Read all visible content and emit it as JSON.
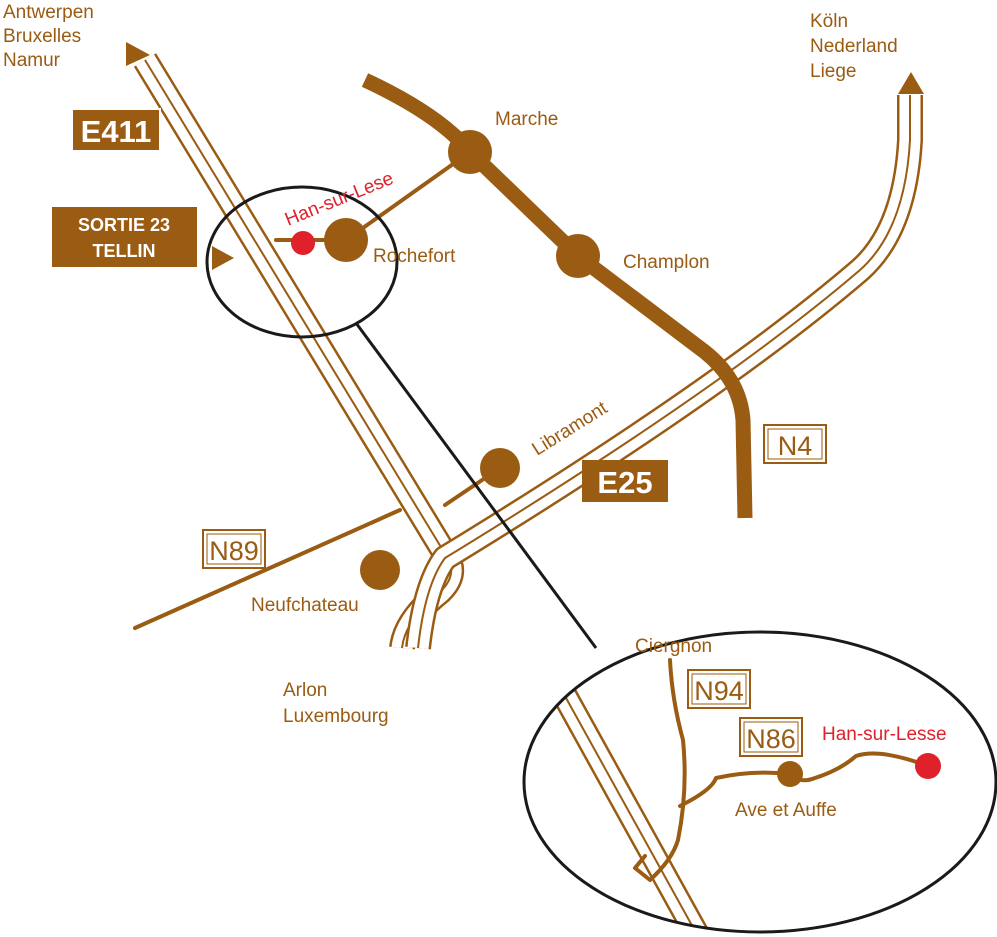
{
  "colors": {
    "road": "#9a5b12",
    "highlight": "#e0202a",
    "outline": "#1a1a1a",
    "background": "#ffffff"
  },
  "destinations": {
    "north_west": [
      "Antwerpen",
      "Bruxelles",
      "Namur"
    ],
    "north_east": [
      "Köln",
      "Nederland",
      "Liege"
    ],
    "south": [
      "Arlon",
      "Luxembourg"
    ]
  },
  "badges": {
    "e411": "E411",
    "exit_line1": "SORTIE 23",
    "exit_line2": "TELLIN",
    "e25": "E25",
    "n4": "N4",
    "n89": "N89",
    "n94": "N94",
    "n86": "N86"
  },
  "places": {
    "marche": "Marche",
    "champlon": "Champlon",
    "rochefort": "Rochefort",
    "libramont": "Libramont",
    "neufchateau": "Neufchateau",
    "han_main": "Han-sur-Lese",
    "han_inset": "Han-sur-Lesse",
    "ciergnon": "Ciergnon",
    "ave_et_auffe": "Ave et Auffe"
  },
  "arrow_icons": [
    "arrow-north-west-icon",
    "arrow-north-east-icon",
    "exit-arrow-icon"
  ]
}
